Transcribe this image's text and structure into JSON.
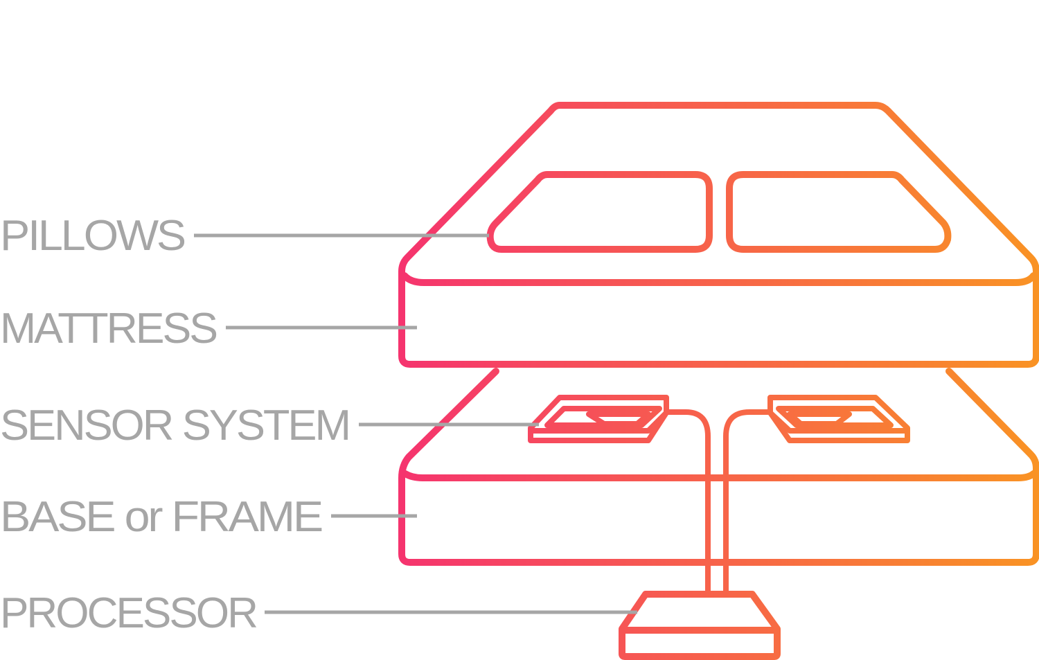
{
  "diagram": {
    "labels": [
      {
        "id": "pillows",
        "text": "PILLOWS"
      },
      {
        "id": "mattress",
        "text": "MATTRESS"
      },
      {
        "id": "sensor-system",
        "text": "SENSOR SYSTEM"
      },
      {
        "id": "base-frame",
        "text": "BASE or FRAME"
      },
      {
        "id": "processor",
        "text": "PROCESSOR"
      }
    ],
    "colors": {
      "label_text": "#a6a6a6",
      "leader_line": "#a6a6a6",
      "gradient_start": "#f5336f",
      "gradient_end": "#f99324",
      "background": "#ffffff"
    }
  }
}
